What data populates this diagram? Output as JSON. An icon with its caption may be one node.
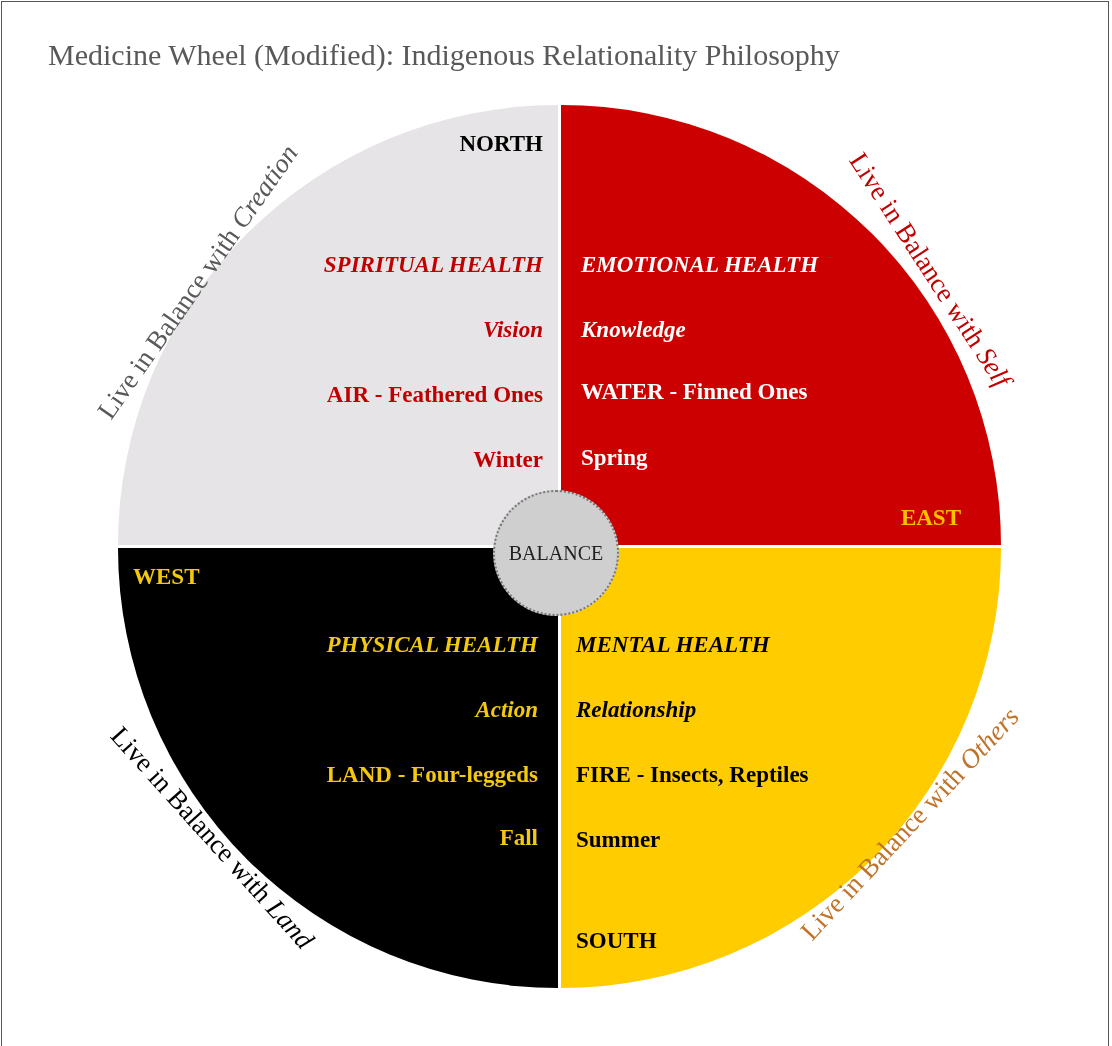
{
  "diagram": {
    "title": "Medicine Wheel (Modified): Indigenous Relationality Philosophy",
    "nodes": [
      {
        "text": [
          "NORTH",
          "SPIRITUAL HEALTH",
          "Vision",
          "AIR - Feathered Ones",
          "Winter",
          "Live in Balance with *Creation*"
        ]
      },
      {
        "text": [
          "EMOTIONAL HEALTH",
          "Knowledge",
          "WATER - Finned Ones",
          "Spring",
          "EAST",
          "Live in Balance with *Self*"
        ]
      },
      {
        "text": [
          "WEST",
          "PHYSICAL HEALTH",
          "Action",
          "LAND - Four-leggeds",
          "Fall",
          "Live in Balance with *Land*"
        ]
      },
      {
        "text": [
          "MENTAL HEALTH",
          "Relationship",
          "FIRE - Insects, Reptiles",
          "Summer",
          "SOUTH",
          "Live in Balance with *Others*"
        ]
      },
      {
        "text": [
          "BALANCE"
        ]
      }
    ]
  }
}
